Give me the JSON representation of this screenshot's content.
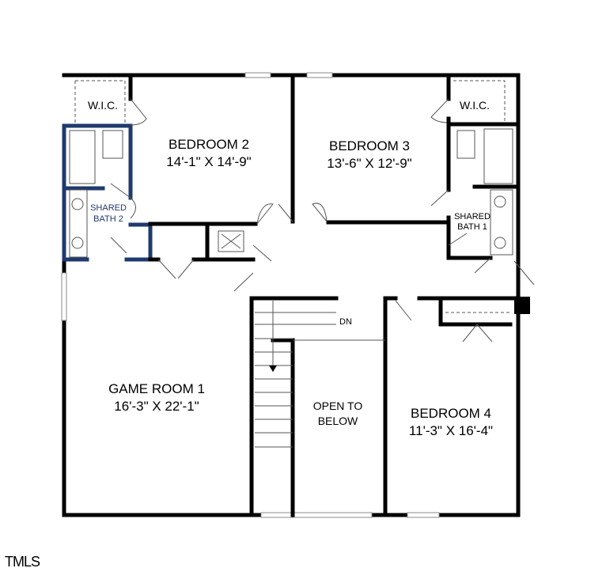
{
  "rooms": {
    "bedroom2": {
      "name": "BEDROOM 2",
      "size": "14'-1\" X 14'-9\""
    },
    "bedroom3": {
      "name": "BEDROOM 3",
      "size": "13'-6\" X 12'-9\""
    },
    "bedroom4": {
      "name": "BEDROOM 4",
      "size": "11'-3\" X 16'-4\""
    },
    "game_room": {
      "name": "GAME ROOM 1",
      "size": "16'-3\" X 22'-1\""
    },
    "open_below": {
      "line1": "OPEN TO",
      "line2": "BELOW"
    },
    "wic_left": "W.I.C.",
    "wic_right": "W.I.C.",
    "bath2": {
      "line1": "SHARED",
      "line2": "BATH 2"
    },
    "bath1": {
      "line1": "SHARED",
      "line2": "BATH 1"
    },
    "stairs_label": "DN"
  },
  "watermark": "TMLS",
  "colors": {
    "walls": "#000000",
    "highlight_walls": "#1f3a6e"
  }
}
